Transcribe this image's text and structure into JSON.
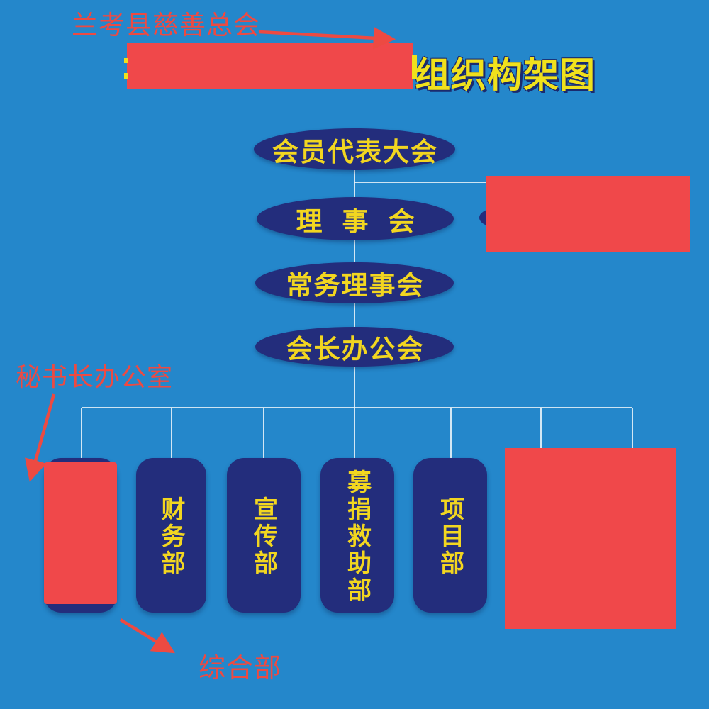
{
  "colors": {
    "background": "#2487cb",
    "node_fill": "#232d7c",
    "node_text_yellow": "#f2d620",
    "title_yellow": "#f0e11c",
    "redaction_red": "#f0484a",
    "annotation_red": "#ed4a42",
    "connector_line": "#e6f2f8"
  },
  "header": {
    "annotation_label": "兰考县慈善总会",
    "title_visible_text": "组织构架图"
  },
  "chart": {
    "type": "org-chart",
    "levels": [
      {
        "label": "会员代表大会"
      },
      {
        "label": "理事会"
      },
      {
        "label": "常务理事会"
      },
      {
        "label": "会长办公会"
      }
    ],
    "departments": [
      {
        "label": "",
        "redacted": true
      },
      {
        "label": "财务部"
      },
      {
        "label": "宣传部"
      },
      {
        "label": "募捐救助部"
      },
      {
        "label": "项目部"
      },
      {
        "label": "",
        "redacted": true
      }
    ]
  },
  "annotations": {
    "secretary_office_label": "秘书长办公室",
    "general_department_label": "综合部"
  }
}
